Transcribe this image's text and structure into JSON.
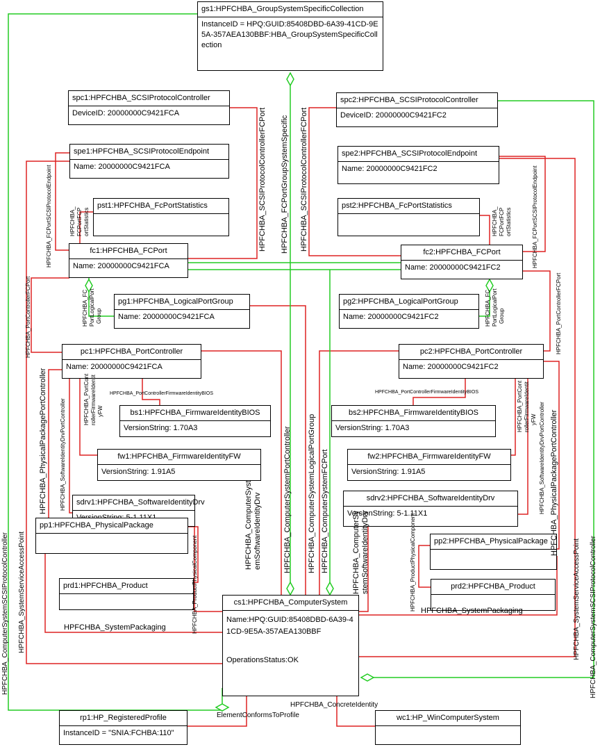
{
  "boxes": {
    "gs1": {
      "title": "gs1:HPFCHBA_GroupSystemSpecificCollection",
      "lines": [
        "InstanceID = HPQ:GUID:85408DBD-6A39-41CD-9E5A-357AEA130BBF:HBA_GroupSystemSpecificCollection"
      ]
    },
    "spc1": {
      "title": "spc1:HPFCHBA_SCSIProtocolController",
      "lines": [
        "DeviceID: 20000000C9421FCA"
      ]
    },
    "spc2": {
      "title": "spc2:HPFCHBA_SCSIProtocolController",
      "lines": [
        "DeviceID: 20000000C9421FC2"
      ]
    },
    "spe1": {
      "title": "spe1:HPFCHBA_SCSIProtocolEndpoint",
      "lines": [
        "Name: 20000000C9421FCA"
      ]
    },
    "spe2": {
      "title": "spe2:HPFCHBA_SCSIProtocolEndpoint",
      "lines": [
        "Name: 20000000C9421FC2"
      ]
    },
    "pst1": {
      "title": "pst1:HPFCHBA_FcPortStatistics",
      "lines": [
        ""
      ]
    },
    "pst2": {
      "title": "pst2:HPFCHBA_FcPortStatistics",
      "lines": [
        ""
      ]
    },
    "fc1": {
      "title": "fc1:HPFCHBA_FCPort",
      "lines": [
        "Name: 20000000C9421FCA"
      ]
    },
    "fc2": {
      "title": "fc2:HPFCHBA_FCPort",
      "lines": [
        "Name: 20000000C9421FC2"
      ]
    },
    "pg1": {
      "title": "pg1:HPFCHBA_LogicalPortGroup",
      "lines": [
        "Name: 20000000C9421FCA"
      ]
    },
    "pg2": {
      "title": "pg2:HPFCHBA_LogicalPortGroup",
      "lines": [
        "Name: 20000000C9421FC2"
      ]
    },
    "pc1": {
      "title": "pc1:HPFCHBA_PortController",
      "lines": [
        "Name: 20000000C9421FCA"
      ]
    },
    "pc2": {
      "title": "pc2:HPFCHBA_PortController",
      "lines": [
        "Name: 20000000C9421FC2"
      ]
    },
    "bs1": {
      "title": "bs1:HPFCHBA_FirmwareIdentityBIOS",
      "lines": [
        "VersionString: 1.70A3"
      ]
    },
    "bs2": {
      "title": "bs2:HPFCHBA_FirmwareIdentityBIOS",
      "lines": [
        "VersionString: 1.70A3"
      ]
    },
    "fw1": {
      "title": "fw1:HPFCHBA_FirmwareIdentityFW",
      "lines": [
        "VersionString: 1.91A5"
      ]
    },
    "fw2": {
      "title": "fw2:HPFCHBA_FirmwareIdentityFW",
      "lines": [
        "VersionString: 1.91A5"
      ]
    },
    "sdrv1": {
      "title": "sdrv1:HPFCHBA_SoftwareIdentityDrv",
      "lines": [
        "VersionString: 5-1.11X1"
      ]
    },
    "sdrv2": {
      "title": "sdrv2:HPFCHBA_SoftwareIdentityDrv",
      "lines": [
        "VersionString: 5-1.11X1"
      ]
    },
    "pp1": {
      "title": "pp1:HPFCHBA_PhysicalPackage",
      "lines": [
        ""
      ]
    },
    "pp2": {
      "title": "pp2:HPFCHBA_PhysicalPackage",
      "lines": [
        ""
      ]
    },
    "prd1": {
      "title": "prd1:HPFCHBA_Product",
      "lines": [
        ""
      ]
    },
    "prd2": {
      "title": "prd2:HPFCHBA_Product",
      "lines": [
        ""
      ]
    },
    "cs1": {
      "title": "cs1:HPFCHBA_ComputerSystem",
      "lines": [
        "Name:HPQ:GUID:85408DBD-6A39-41CD-9E5A-357AEA130BBF",
        "OperationsStatus:OK"
      ]
    },
    "rp1": {
      "title": "rp1:HP_RegisteredProfile",
      "lines": [
        "InstanceID = \"SNIA:FCHBA:110\""
      ]
    },
    "wc1": {
      "title": "wc1:HP_WinComputerSystem",
      "lines": [
        ""
      ]
    }
  },
  "labels": {
    "h_pcfw_bios_1": "HPFCHBA_PortControllerFirmwareIdentityBIOS",
    "h_pcfw_bios_2": "HPFCHBA_PortControllerFirmwareIdentityBIOS",
    "h_syspack_1": "HPFCHBA_SystemPackaging",
    "h_syspack_2": "HPFCHBA_SystemPackaging",
    "h_concrete": "HPFCHBA_ConcreteIdentity",
    "h_conforms": "ElementConformsToProfile",
    "v_cs_scsi_pc_l": "HPFCHBA_ComputerSystemSCSIProtocolController",
    "v_sys_sap_l": "HPFCHBA_SystemServiceAccessPoint",
    "v_phys_pc_l": "HPFCHBA_PhysicalPackagePortController",
    "v_sw_drv_pc_l": "HPFCHBA_SoftwareIdentityDrvPortController",
    "v_pc_fc_l": "HPFCHBA_PortControllerFCPort",
    "v_fcport_scsi_ep_l": "HPFCHBA_FCPortSCSIProtocolEndpoint",
    "v_fcport_stats_l1": "HPFCHBA_",
    "v_fcport_stats_l2": "FCPortFCP",
    "v_fcport_stats_l3": "ortStatistics",
    "v_fc_lpg_l1": "HPFCHBA_FC",
    "v_fc_lpg_l2": "PortLogicalPort",
    "v_fc_lpg_l3": "Group",
    "v_pc_fw_l1": "HPFCHBA_PortCont",
    "v_pc_fw_l2": "rollerFirmwareIdentit",
    "v_pc_fw_l3": "yFW",
    "v_scsi_pc_fc_l": "HPFCHBA_SCSIProtocolControllerFCPort",
    "v_fcport_gss": "HPFCHBA_FCPortGroupSystemSpecific",
    "v_scsi_pc_fc_r": "HPFCHBA_SCSIProtocolControllerFCPort",
    "v_cs_sw_drv_l1": "HPFCHBA_ComputerSyst",
    "v_cs_sw_drv_l2": "emSoftwareIdentityDrv",
    "v_cs_pc": "HPFCHBA_ComputerSystemPortController",
    "v_cs_lpg": "HPFCHBA_ComputerSystemLogicalPortGroup",
    "v_cs_fc": "HPFCHBA_ComputerSystemFCPort",
    "v_cs_sw_drv_r1": "HPFCHBA_ComputerSy",
    "v_cs_sw_drv_r2": "stemSoftwareIdentityDrv",
    "v_prod_phys_l": "HPFCHBA_ProductPhysicalComponent",
    "v_prod_phys_r": "HPFCHBA_ProductPhysicalComponent",
    "v_fcport_stats_r1": "HPFCHBA_",
    "v_fcport_stats_r2": "FCPortFCP",
    "v_fcport_stats_r3": "ortStatistics",
    "v_fcport_scsi_ep_r": "HPFCHBA_FCPortSCSIProtocolEndpoint",
    "v_pc_fc_r": "HPFCHBA_PortControllerFCPort",
    "v_fc_lpg_r1": "HPFCHBA_FC",
    "v_fc_lpg_r2": "PortLogicalPort",
    "v_fc_lpg_r3": "Group",
    "v_pc_fw_r1": "HPFCHBA_PortCont",
    "v_pc_fw_r2": "rollerFirmwareIdentit",
    "v_pc_fw_r3": "yFW",
    "v_sw_drv_pc_r": "HPFCHBA_SoftwareIdentityDrvPortController",
    "v_phys_pc_r": "HPFCHBA_PhysicalPackagePortController",
    "v_sys_sap_r": "HPFCHBA_SystemServiceAccessPoint",
    "v_cs_scsi_pc_r": "HPFCHBA_ComputerSystemSCSIProtocolController"
  },
  "colors": {
    "green": "#22cc22",
    "red": "#dd2222",
    "border": "#000000"
  }
}
